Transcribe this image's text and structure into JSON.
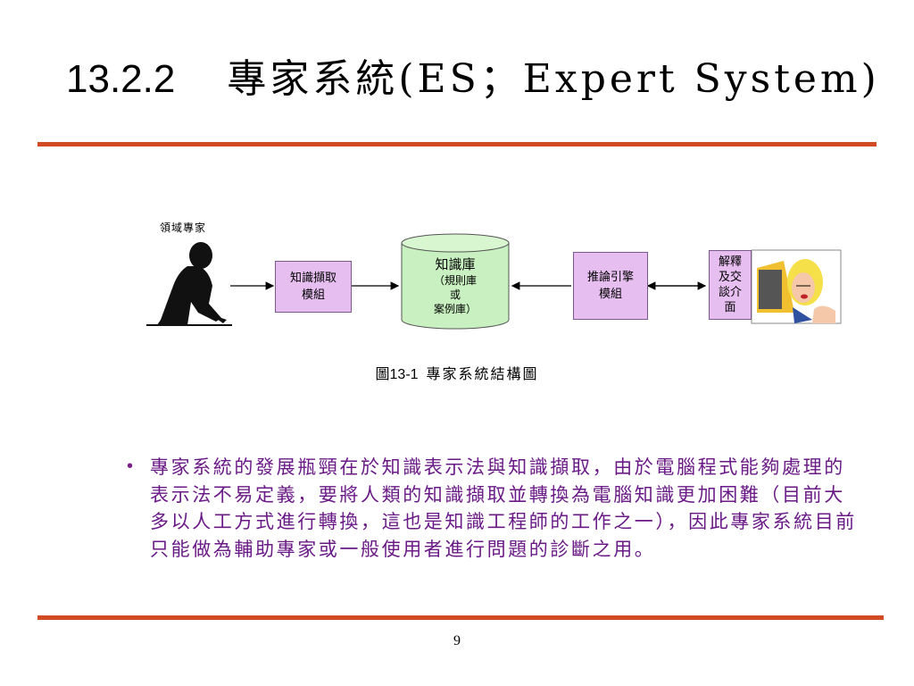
{
  "slide": {
    "title_number": "13.2.2",
    "title_text": "專家系統(ES；Expert System)",
    "diagram": {
      "expert_label": "領域專家",
      "acquisition_box": [
        "知識擷取",
        "模組"
      ],
      "knowledge_base": {
        "title": "知識庫",
        "sub": [
          "（規則庫",
          "或",
          "案例庫）"
        ]
      },
      "inference_box": [
        "推論引擎",
        "模組"
      ],
      "interface_box": [
        "解釋",
        "及交",
        "談介",
        "面"
      ]
    },
    "caption_number": "圖13-1",
    "caption_text": "專家系統結構圖",
    "bullet_text": "專家系統的發展瓶頸在於知識表示法與知識擷取，由於電腦程式能夠處理的表示法不易定義，要將人類的知識擷取並轉換為電腦知識更加困難（目前大多以人工方式進行轉換，這也是知識工程師的工作之一），因此專家系統目前只能做為輔助專家或一般使用者進行問題的診斷之用。",
    "page_number": "9",
    "colors": {
      "rule": "#d14a23",
      "box_fill": "#e6bef0",
      "cylinder_fill": "#c9f0c0",
      "bullet_text": "#6a1a86"
    }
  }
}
